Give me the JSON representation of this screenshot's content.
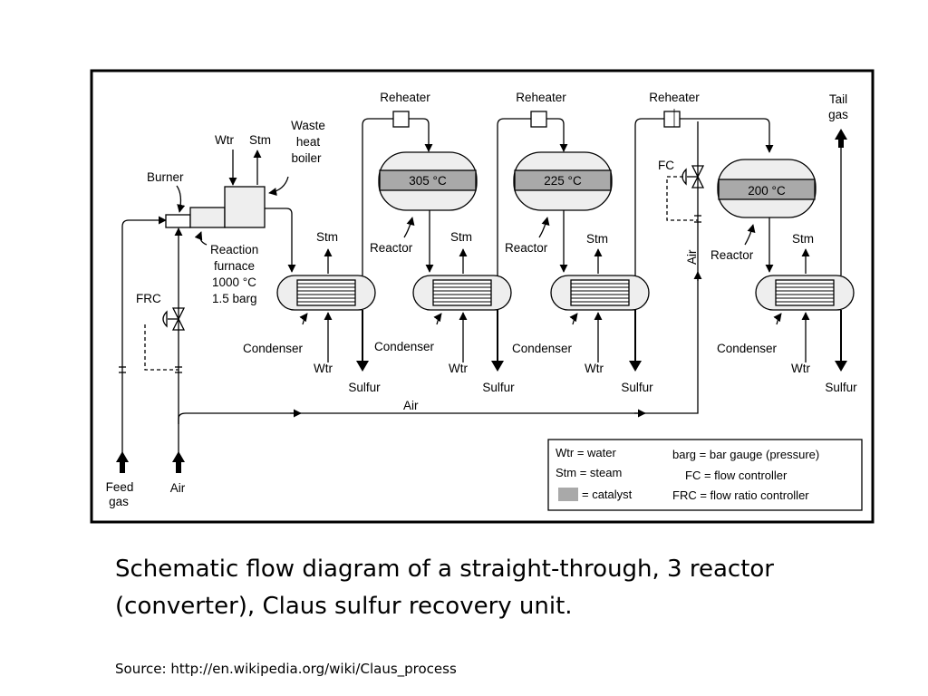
{
  "diagram": {
    "labels": {
      "burner": "Burner",
      "wtr": "Wtr",
      "stm": "Stm",
      "waste_heat_boiler": [
        "Waste",
        "heat",
        "boiler"
      ],
      "reaction_furnace": [
        "Reaction",
        "furnace",
        "1000 °C",
        "1.5 barg"
      ],
      "frc": "FRC",
      "fc": "FC",
      "air": "Air",
      "reheater": "Reheater",
      "reactor": "Reactor",
      "condenser": "Condenser",
      "sulfur": "Sulfur",
      "tail_gas": [
        "Tail",
        "gas"
      ],
      "feed_gas": [
        "Feed",
        "gas"
      ]
    },
    "reactors": [
      {
        "temperature": "305 °C"
      },
      {
        "temperature": "225 °C"
      },
      {
        "temperature": "200 °C"
      }
    ],
    "legend": {
      "wtr": "Wtr = water",
      "stm": "Stm = steam",
      "catalyst": "= catalyst",
      "barg": "barg = bar gauge (pressure)",
      "fc": "FC = flow controller",
      "frc": "FRC = flow ratio controller"
    },
    "colors": {
      "catalyst": "#a9a9a9",
      "vessel_fill": "#eeeeee",
      "line": "#000000"
    }
  },
  "caption": "Schematic flow diagram of a straight-through, 3 reactor (converter), Claus sulfur recovery unit.",
  "source": "Source: http://en.wikipedia.org/wiki/Claus_process"
}
